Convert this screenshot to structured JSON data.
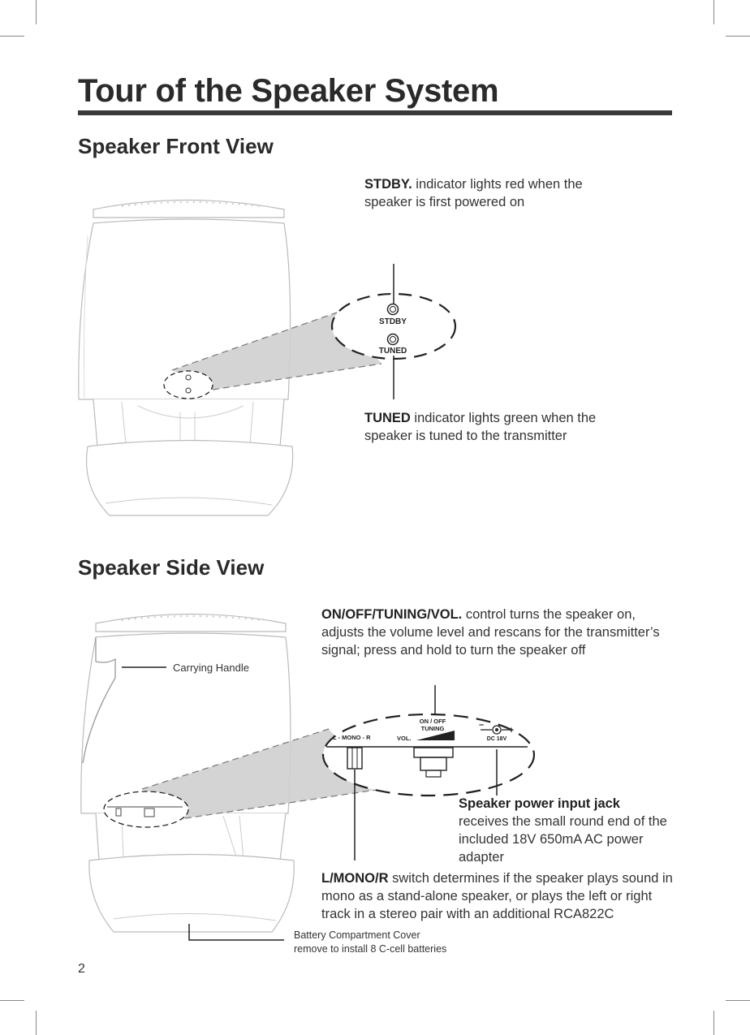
{
  "page_title": "Tour of the Speaker System",
  "front_view": {
    "heading": "Speaker Front View",
    "stdby_term": "STDBY.",
    "stdby_desc": " indicator lights red when the speaker is first powered on",
    "tuned_term": "TUNED",
    "tuned_desc": " indicator lights green when the speaker is tuned to the transmitter",
    "inset_labels": {
      "stdby": "STDBY",
      "tuned": "TUNED"
    }
  },
  "side_view": {
    "heading": "Speaker Side View",
    "control_term": "ON/OFF/TUNING/VOL.",
    "control_desc": " control turns the speaker on, adjusts the volume level and rescans for the transmitter’s signal; press and hold to turn the speaker off",
    "carrying_handle": "Carrying Handle",
    "power_jack_term": "Speaker power input jack",
    "power_jack_desc": "receives the small round end of the included 18V 650mA AC power adapter",
    "lmonor_term": "L/MONO/R",
    "lmonor_desc": " switch determines if the speaker plays sound in mono as a stand-alone speaker, or plays the left or right track in a stereo pair with an additional RCA822C",
    "battery_line1": "Battery Compartment Cover",
    "battery_line2": "remove to install 8 C-cell batteries",
    "panel_labels": {
      "mono": "L - MONO - R",
      "onoff": "ON / OFF",
      "tuning": "TUNING",
      "vol": "VOL.",
      "dc": "DC 18V"
    }
  },
  "page_number": "2"
}
